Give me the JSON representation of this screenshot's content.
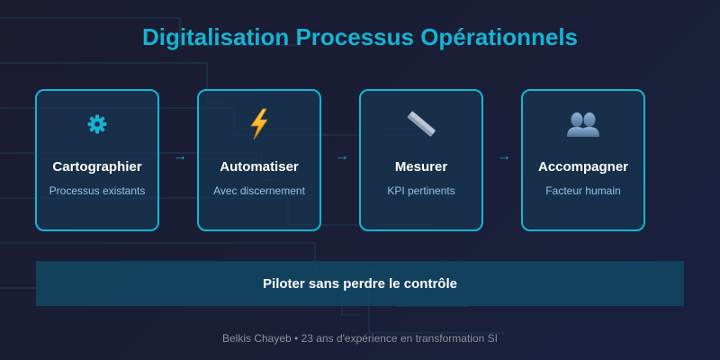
{
  "title": "Digitalisation Processus Opérationnels",
  "colors": {
    "accent": "#16b3d4",
    "card_border": "#12b6d8",
    "card_bg": "#183450",
    "subtitle": "#8fc3ee",
    "banner_bg": "#124864",
    "background": "#1b1c30",
    "footer_text": "#8c90a0"
  },
  "steps": [
    {
      "icon": "gear-icon",
      "label": "Cartographier",
      "sub": "Processus existants"
    },
    {
      "icon": "lightning-icon",
      "label": "Automatiser",
      "sub": "Avec discernement"
    },
    {
      "icon": "ruler-icon",
      "label": "Mesurer",
      "sub": "KPI pertinents"
    },
    {
      "icon": "people-icon",
      "label": "Accompagner",
      "sub": "Facteur humain"
    }
  ],
  "arrow_glyph": "→",
  "banner": "Piloter sans perdre le contrôle",
  "footer": "Belkis Chayeb • 23 ans d'expérience en transformation SI"
}
